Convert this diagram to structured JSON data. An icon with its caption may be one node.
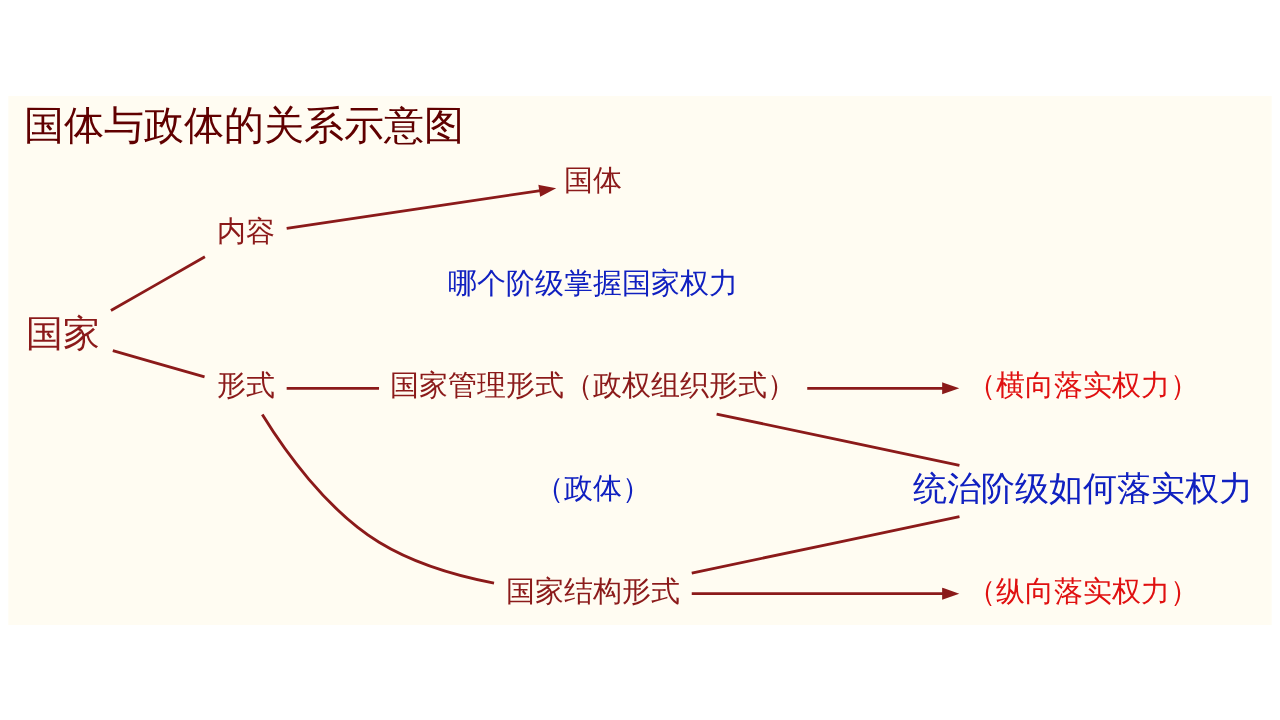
{
  "diagram": {
    "title": "国体与政体的关系示意图",
    "nodes": [
      {
        "text": [
          "国家"
        ]
      },
      {
        "text": [
          "内容"
        ]
      },
      {
        "text": [
          "形式"
        ]
      },
      {
        "text": [
          "国体"
        ],
        "beside": [
          "哪个阶级掌握国家权力"
        ]
      },
      {
        "text": [
          "国家管理形式（政权组织形式）"
        ],
        "beside": [
          "（政体）"
        ]
      },
      {
        "text": [
          "国家结构形式"
        ]
      },
      {
        "text": [
          "（横向落实权力）"
        ]
      },
      {
        "text": [
          "（纵向落实权力）"
        ]
      },
      {
        "text": [
          "统治阶级如何落实权力"
        ]
      }
    ],
    "edges": [
      {
        "from": 0,
        "to": 1,
        "arrow": "none"
      },
      {
        "from": 0,
        "to": 2,
        "arrow": "none"
      },
      {
        "from": 1,
        "to": 3,
        "arrow": "to"
      },
      {
        "from": 2,
        "to": 4,
        "arrow": "none"
      },
      {
        "from": 2,
        "to": 5,
        "arrow": "none"
      },
      {
        "from": 4,
        "to": 6,
        "arrow": "to"
      },
      {
        "from": 5,
        "to": 7,
        "arrow": "to"
      },
      {
        "from": 4,
        "to": 8,
        "arrow": "none"
      },
      {
        "from": 5,
        "to": 8,
        "arrow": "none"
      }
    ]
  }
}
